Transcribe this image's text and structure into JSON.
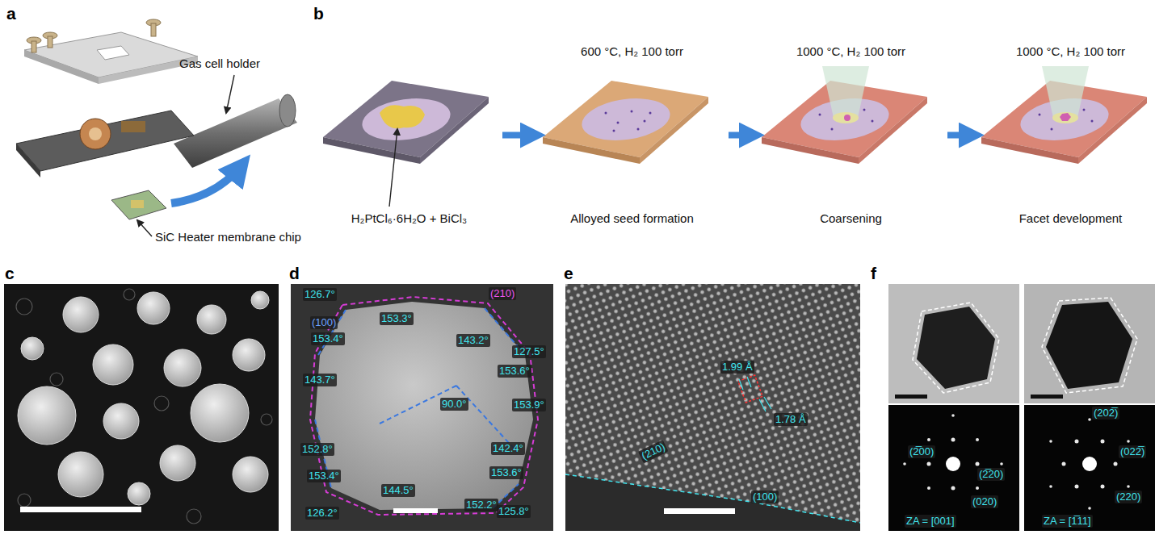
{
  "diagram": {
    "nodes": [
      {
        "text": [
          "H₂PtCl₆·6H₂O + BiCl₃"
        ]
      },
      {
        "text": [
          "600 °C, H₂ 100 torr",
          "Alloyed seed formation"
        ]
      },
      {
        "text": [
          "1000 °C, H₂ 100 torr",
          "Coarsening"
        ]
      },
      {
        "text": [
          "1000 °C, H₂ 100 torr",
          "Facet development"
        ]
      }
    ],
    "edges": [
      {
        "from": 0,
        "to": 1,
        "arrow": "to"
      },
      {
        "from": 1,
        "to": 2,
        "arrow": "to"
      },
      {
        "from": 2,
        "to": 3,
        "arrow": "to"
      }
    ],
    "labels": [
      "a",
      "Gas cell holder",
      "SiC Heater membrane chip",
      "b",
      "c",
      "d",
      "126.7°",
      "153.3°",
      "(210)",
      "(100)",
      "153.4°",
      "143.2°",
      "127.5°",
      "153.6°",
      "143.7°",
      "153.9°",
      "90.0°",
      "142.4°",
      "152.8°",
      "153.4°",
      "153.6°",
      "144.5°",
      "152.2°",
      "126.2°",
      "125.8°",
      "e",
      "1.99 Å",
      "1.78 Å",
      "(210)",
      "(100)",
      "f",
      "(2̅00)",
      "(2̅20)",
      "(020)",
      "ZA = [001]",
      "(202̅)",
      "(022̅)",
      "(220)",
      "ZA = [1̅11]"
    ]
  }
}
